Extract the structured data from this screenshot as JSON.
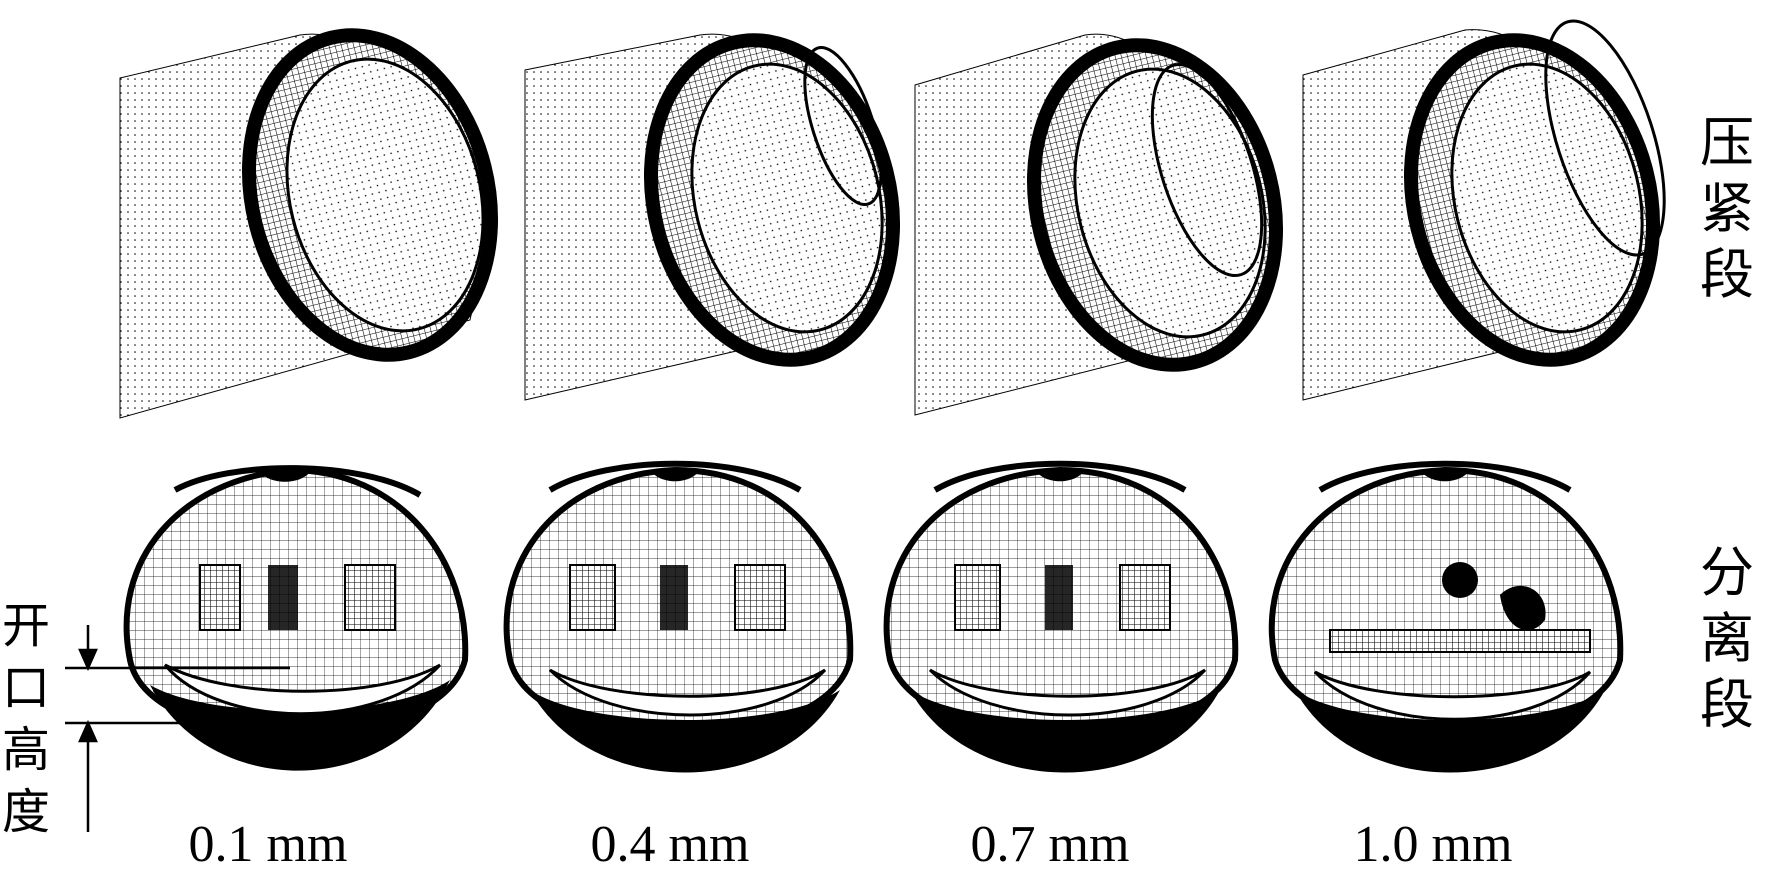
{
  "labels": {
    "compressed_section": [
      "压",
      "紧",
      "段"
    ],
    "separated_section": [
      "分",
      "离",
      "段"
    ],
    "opening_height": [
      "开",
      "口",
      "高",
      "度"
    ]
  },
  "captions": [
    "0.1 mm",
    "0.4 mm",
    "0.7 mm",
    "1.0 mm"
  ],
  "colors": {
    "ink": "#000000",
    "background": "#ffffff"
  }
}
